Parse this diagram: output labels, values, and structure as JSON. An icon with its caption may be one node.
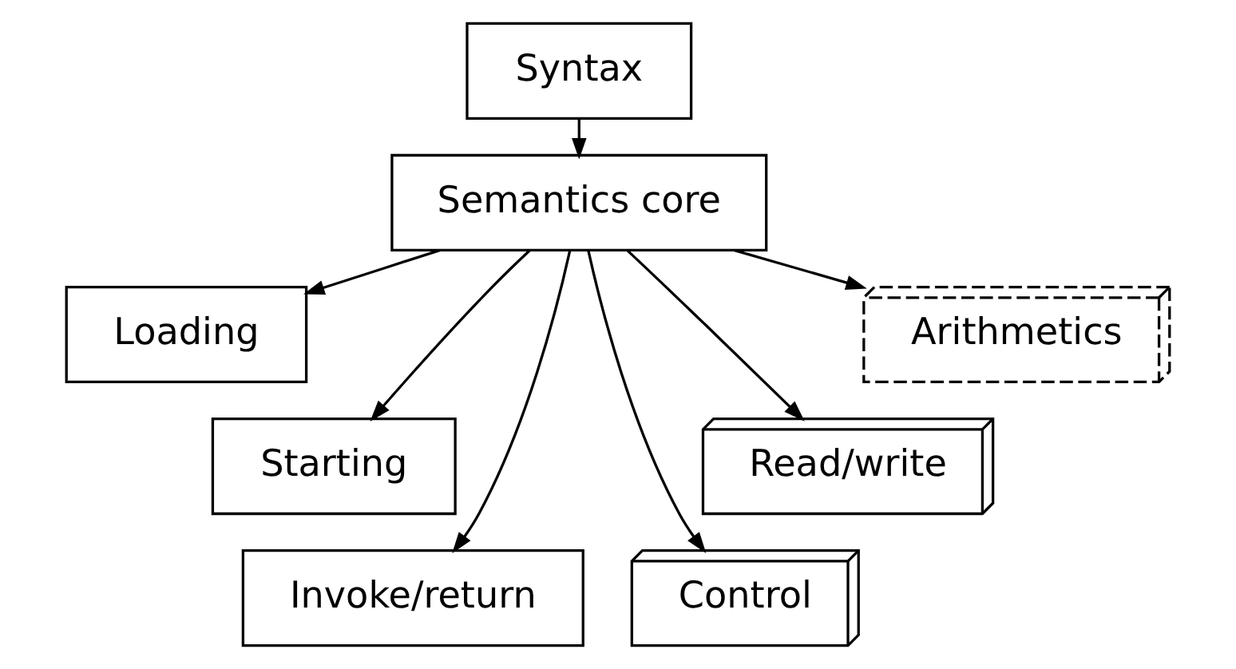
{
  "diagram": {
    "nodes": [
      {
        "text": [
          "Syntax"
        ]
      },
      {
        "text": [
          "Semantics core"
        ]
      },
      {
        "text": [
          "Loading"
        ]
      },
      {
        "text": [
          "Starting"
        ]
      },
      {
        "text": [
          "Invoke/return"
        ]
      },
      {
        "text": [
          "Control"
        ]
      },
      {
        "text": [
          "Read/write"
        ]
      },
      {
        "text": [
          "Arithmetics"
        ]
      }
    ],
    "edges": [
      {
        "from": 0,
        "to": 1,
        "arrow": "to"
      },
      {
        "from": 1,
        "to": 2,
        "arrow": "to"
      },
      {
        "from": 1,
        "to": 3,
        "arrow": "to"
      },
      {
        "from": 1,
        "to": 4,
        "arrow": "to"
      },
      {
        "from": 1,
        "to": 5,
        "arrow": "to"
      },
      {
        "from": 1,
        "to": 6,
        "arrow": "to"
      },
      {
        "from": 1,
        "to": 7,
        "arrow": "to"
      }
    ]
  }
}
